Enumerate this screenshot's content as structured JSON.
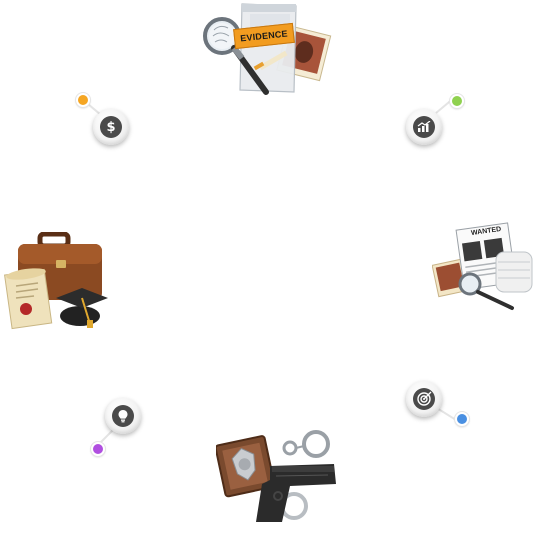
{
  "nodes": [
    {
      "id": "money",
      "icon": "dollar-icon",
      "glyph": "$",
      "dot_color": "#f5a623"
    },
    {
      "id": "growth",
      "icon": "growth-chart-icon",
      "glyph": "",
      "dot_color": "#8fd14f"
    },
    {
      "id": "target",
      "icon": "target-icon",
      "glyph": "",
      "dot_color": "#4a90e2"
    },
    {
      "id": "idea",
      "icon": "lightbulb-icon",
      "glyph": "",
      "dot_color": "#b04fe0"
    }
  ],
  "illustrations": {
    "evidence": {
      "icon": "evidence-bag-icon",
      "label": "EVIDENCE"
    },
    "wanted": {
      "icon": "wanted-newspaper-icon",
      "title": "WANTED"
    },
    "police": {
      "icon": "police-gear-icon"
    },
    "education": {
      "icon": "education-briefcase-icon"
    }
  }
}
